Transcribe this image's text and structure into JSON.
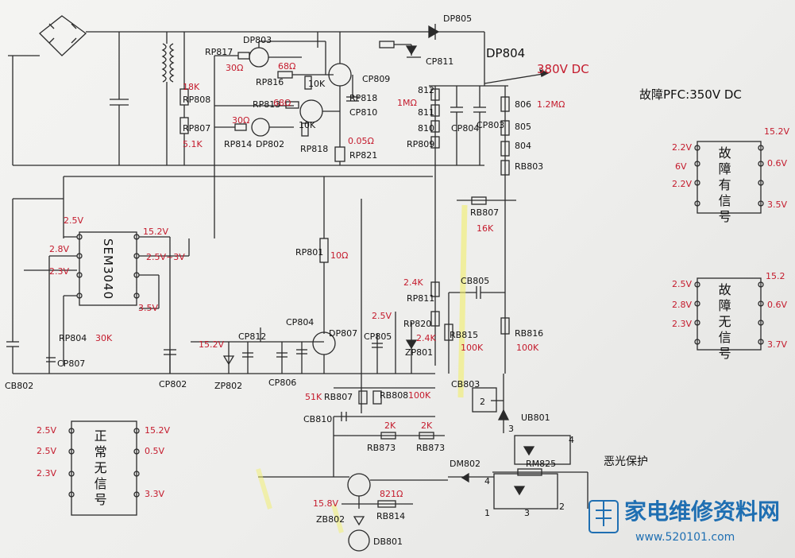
{
  "diagram": {
    "title_pfc": "故障PFC:350V DC",
    "out_voltage": "380V DC",
    "ic_main": "SEM3040",
    "ic_main_pins_left": [
      "2.5V",
      "2.8V",
      "2.3V"
    ],
    "ic_main_pins_right": [
      "15.2V",
      "2.5V~3V",
      "3.5V"
    ],
    "labels": {
      "dp803": "DP803",
      "rp817": "RP817",
      "r30a": "30Ω",
      "rp816": "RP816",
      "r68a": "68Ω",
      "r10ka": "10K",
      "rp813": "RP813",
      "r68b": "68Ω",
      "r10kb": "10K",
      "r30b": "30Ω",
      "rp814": "RP814",
      "dp802": "DP802",
      "rp818a": "RP818",
      "rp818b": "RP818",
      "cp809": "CP809",
      "cp810": "CP810",
      "r005": "0.05Ω",
      "rp821": "RP821",
      "r18k": "18K",
      "rp808": "RP808",
      "rp807": "RP807",
      "r51k": "5.1K",
      "dp805": "DP805",
      "dp804": "DP804",
      "cp811": "CP811",
      "r812": "812",
      "r1m": "1MΩ",
      "r811": "811",
      "r810": "810",
      "rp809": "RP809",
      "cp804a": "CP804",
      "cp803": "CP803",
      "r806": "806",
      "r12m": "1.2MΩ",
      "r805": "805",
      "r804": "804",
      "rb803": "RB803",
      "rb807": "RB807",
      "r16k": "16K",
      "rp801": "RP801",
      "r10ohm": "10Ω",
      "rp804": "RP804",
      "r30k": "30K",
      "cp807": "CP807",
      "cb802": "CB802",
      "cp802": "CP802",
      "zp802": "ZP802",
      "cp806": "CP806",
      "v152": "15.2V",
      "cp812": "CP812",
      "cp804b": "CP804",
      "dp807": "DP807",
      "v25b": "2.5V",
      "cp805": "CP805",
      "rp811": "RP811",
      "rp820": "RP820",
      "zp801": "ZP801",
      "v24k": "2.4K",
      "r24k": "2.4K",
      "cb805": "CB805",
      "rb815": "RB815",
      "r100ka": "100K",
      "rb816": "RB816",
      "r100kb": "100K",
      "cb803": "CB803",
      "n2": "2",
      "ub801": "UB801",
      "n3": "3",
      "r51kb": "51K",
      "rb807b": "RB807",
      "rb808": "RB808",
      "r100kc": "100K",
      "cb810": "CB810",
      "r2ka": "2K",
      "r2kb": "2K",
      "rb873a": "RB873",
      "rb873b": "RB873",
      "dm802": "DM802",
      "rm825": "RM825",
      "n4": "4",
      "n4b": "4",
      "n1": "1",
      "n2b": "2",
      "n3b": "3",
      "v158": "15.8V",
      "r821": "821Ω",
      "zb802": "ZB802",
      "rb814": "RB814",
      "db801": "DB801",
      "note_protect": "恶光保护"
    }
  },
  "ic_boxes": [
    {
      "title": "故障有信号",
      "left": [
        "2.2V",
        "6V",
        "2.2V",
        ""
      ],
      "right": [
        "15.2V",
        "0.6V",
        "",
        "3.5V"
      ]
    },
    {
      "title": "故障无信号",
      "left": [
        "2.5V",
        "2.8V",
        "2.3V",
        ""
      ],
      "right": [
        "15.2",
        "0.6V",
        "",
        "3.7V"
      ]
    },
    {
      "title": "正常无信号",
      "left": [
        "2.5V",
        "2.5V",
        "2.3V",
        ""
      ],
      "right": [
        "15.2V",
        "0.5V",
        "",
        "3.3V"
      ]
    }
  ],
  "watermark": {
    "site": "家电维修资料网",
    "url": "www.520101.com"
  }
}
